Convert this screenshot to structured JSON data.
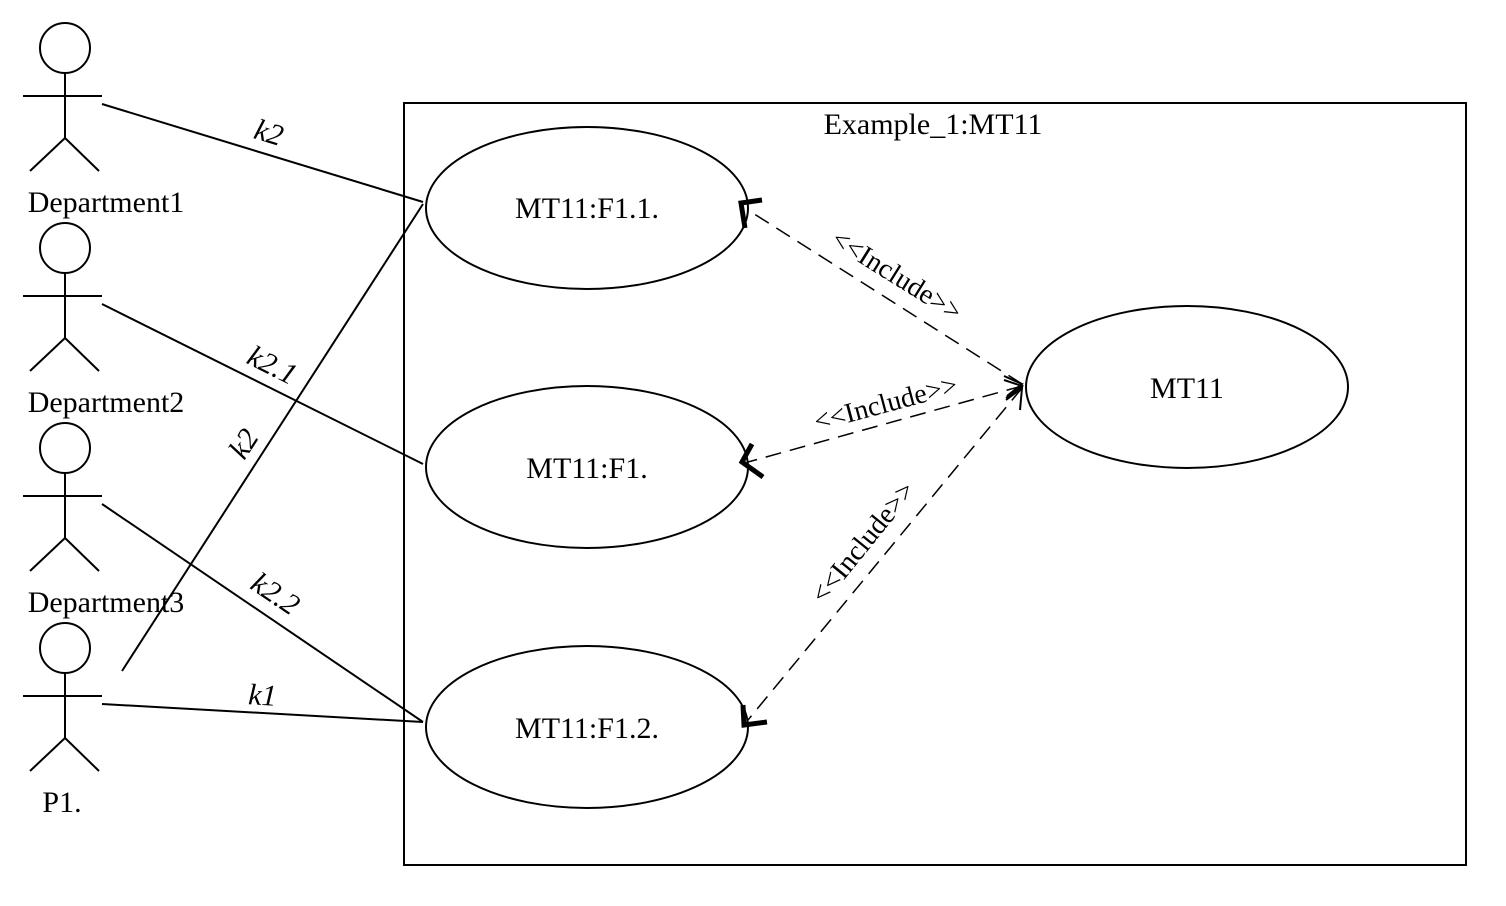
{
  "system": {
    "title": "Example_1:MT11"
  },
  "actors": [
    {
      "name": "Department1"
    },
    {
      "name": "Department2"
    },
    {
      "name": "Department3"
    },
    {
      "name": "P1."
    }
  ],
  "use_cases": [
    {
      "label": "MT11:F1.1."
    },
    {
      "label": "MT11:F1."
    },
    {
      "label": "MT11:F1.2."
    },
    {
      "label": "MT11"
    }
  ],
  "associations": [
    {
      "from": "Department1",
      "to": "MT11:F1.1.",
      "label": "k2"
    },
    {
      "from": "Department2",
      "to": "MT11:F1.",
      "label": "k2.1"
    },
    {
      "from": "Department3",
      "to": "MT11:F1.2.",
      "label": "k2.2"
    },
    {
      "from": "P1.",
      "to": "MT11:F1.1.",
      "label": "k2"
    },
    {
      "from": "P1.",
      "to": "MT11:F1.2.",
      "label": "k1"
    }
  ],
  "includes": [
    {
      "from": "MT11",
      "to": "MT11:F1.1.",
      "label": "<<Include>>"
    },
    {
      "from": "MT11",
      "to": "MT11:F1.",
      "label": "<<Include>>"
    },
    {
      "from": "MT11",
      "to": "MT11:F1.2.",
      "label": "<<Include>>"
    }
  ]
}
